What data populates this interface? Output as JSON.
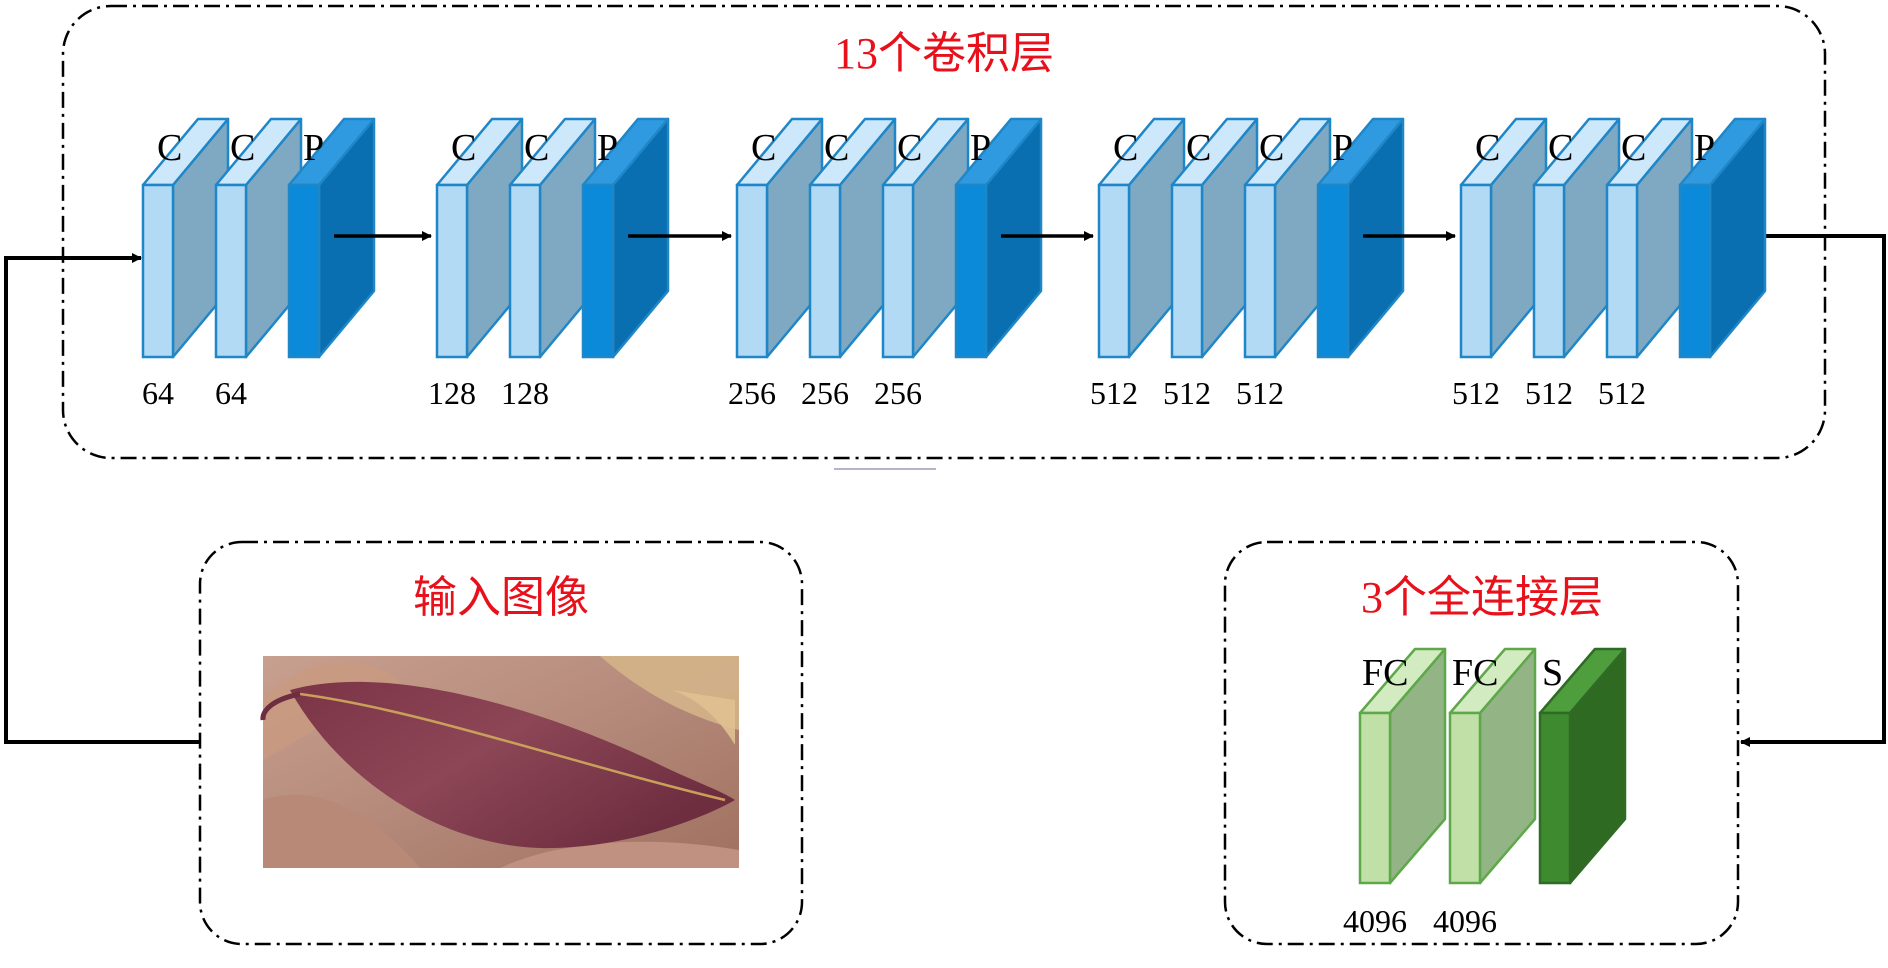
{
  "conv_group": {
    "title": "13个卷积层",
    "stages": [
      {
        "blocks": [
          {
            "type": "conv",
            "label": "C",
            "channels": "64"
          },
          {
            "type": "conv",
            "label": "C",
            "channels": "64"
          },
          {
            "type": "pool",
            "label": "P",
            "channels": ""
          }
        ]
      },
      {
        "blocks": [
          {
            "type": "conv",
            "label": "C",
            "channels": "128"
          },
          {
            "type": "conv",
            "label": "C",
            "channels": "128"
          },
          {
            "type": "pool",
            "label": "P",
            "channels": ""
          }
        ]
      },
      {
        "blocks": [
          {
            "type": "conv",
            "label": "C",
            "channels": "256"
          },
          {
            "type": "conv",
            "label": "C",
            "channels": "256"
          },
          {
            "type": "conv",
            "label": "C",
            "channels": "256"
          },
          {
            "type": "pool",
            "label": "P",
            "channels": ""
          }
        ]
      },
      {
        "blocks": [
          {
            "type": "conv",
            "label": "C",
            "channels": "512"
          },
          {
            "type": "conv",
            "label": "C",
            "channels": "512"
          },
          {
            "type": "conv",
            "label": "C",
            "channels": "512"
          },
          {
            "type": "pool",
            "label": "P",
            "channels": ""
          }
        ]
      },
      {
        "blocks": [
          {
            "type": "conv",
            "label": "C",
            "channels": "512"
          },
          {
            "type": "conv",
            "label": "C",
            "channels": "512"
          },
          {
            "type": "conv",
            "label": "C",
            "channels": "512"
          },
          {
            "type": "pool",
            "label": "P",
            "channels": ""
          }
        ]
      }
    ]
  },
  "input_group": {
    "title": "输入图像",
    "image": "leaf-photo"
  },
  "fc_group": {
    "title": "3个全连接层",
    "blocks": [
      {
        "type": "fc",
        "label": "FC",
        "channels": "4096"
      },
      {
        "type": "fc",
        "label": "FC",
        "channels": "4096"
      },
      {
        "type": "softmax",
        "label": "S",
        "channels": ""
      }
    ]
  },
  "colors": {
    "title_red": "#e8101a",
    "conv_front": "#b3daf5",
    "conv_side": "#7fa9c2",
    "conv_top": "#cde8fa",
    "conv_stroke": "#1f86c8",
    "pool_front": "#0a8ad8",
    "pool_side": "#0a6fb0",
    "pool_top": "#2f9ae0",
    "fc_front": "#c0e0a8",
    "fc_side": "#93b586",
    "fc_top": "#d3ebc0",
    "fc_stroke": "#5fa84a",
    "soft_front": "#3e8a2f",
    "soft_side": "#2e6a22",
    "soft_top": "#4f9e3d",
    "soft_stroke": "#2f6b24",
    "border": "#000000"
  }
}
